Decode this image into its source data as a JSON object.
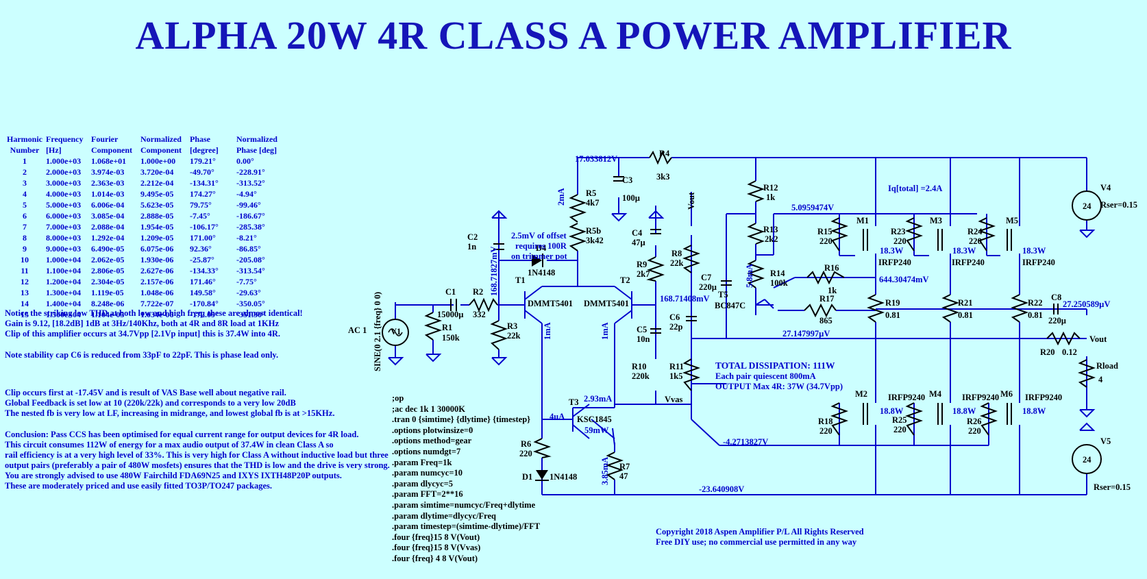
{
  "title": "ALPHA 20W 4R CLASS A POWER AMPLIFIER",
  "harmonics_table": {
    "header_row1": [
      "Harmonic",
      "Frequency",
      "Fourier",
      "Normalized",
      "Phase",
      "Normalized"
    ],
    "header_row2": [
      "Number",
      "[Hz]",
      "Component",
      "Component",
      "[degree]",
      "Phase [deg]"
    ],
    "rows": [
      [
        "1",
        "1.000e+03",
        "1.068e+01",
        "1.000e+00",
        "179.21°",
        "0.00°"
      ],
      [
        "2",
        "2.000e+03",
        "3.974e-03",
        "3.720e-04",
        "-49.70°",
        "-228.91°"
      ],
      [
        "3",
        "3.000e+03",
        "2.363e-03",
        "2.212e-04",
        "-134.31°",
        "-313.52°"
      ],
      [
        "4",
        "4.000e+03",
        "1.014e-03",
        "9.495e-05",
        "174.27°",
        "-4.94°"
      ],
      [
        "5",
        "5.000e+03",
        "6.006e-04",
        "5.623e-05",
        "79.75°",
        "-99.46°"
      ],
      [
        "6",
        "6.000e+03",
        "3.085e-04",
        "2.888e-05",
        "-7.45°",
        "-186.67°"
      ],
      [
        "7",
        "7.000e+03",
        "2.088e-04",
        "1.954e-05",
        "-106.17°",
        "-285.38°"
      ],
      [
        "8",
        "8.000e+03",
        "1.292e-04",
        "1.209e-05",
        "171.00°",
        "-8.21°"
      ],
      [
        "9",
        "9.000e+03",
        "6.490e-05",
        "6.075e-06",
        "92.36°",
        "-86.85°"
      ],
      [
        "10",
        "1.000e+04",
        "2.062e-05",
        "1.930e-06",
        "-25.87°",
        "-205.08°"
      ],
      [
        "11",
        "1.100e+04",
        "2.806e-05",
        "2.627e-06",
        "-134.33°",
        "-313.54°"
      ],
      [
        "12",
        "1.200e+04",
        "2.304e-05",
        "2.157e-06",
        "171.46°",
        "-7.75°"
      ],
      [
        "13",
        "1.300e+04",
        "1.119e-05",
        "1.048e-06",
        "149.58°",
        "-29.63°"
      ],
      [
        "14",
        "1.400e+04",
        "8.248e-06",
        "7.722e-07",
        "-170.84°",
        "-350.05°"
      ],
      [
        "15",
        "1.500e+04",
        "1.104e-05",
        "1.034e-06",
        "-172.09°",
        "-351.30°"
      ]
    ]
  },
  "notes_block1": [
    "Notice the striking low THD at both low and high freq;  these are almost identical!",
    "Gain is 9.12, [18.2dB] 1dB at 3Hz/140Khz, both at 4R and 8R load at 1KHz",
    "Clip of this amplifier occurs at 34.7Vpp [2.1Vp input] this is 37.4W into 4R."
  ],
  "notes_block2": [
    "Note stability cap C6 is reduced from 33pF to 22pF.  This is phase lead only."
  ],
  "notes_block3": [
    "Clip occurs first at  -17.45V and is result of VAS Base well about negative rail.",
    "Global Feedback is set low at 10 (220k/22k) and corresponds to a very low 20dB",
    "The nested fb is very low at LF, increasing in midrange, and lowest global fb is at >15KHz."
  ],
  "notes_block4": [
    "Conclusion:  Pass CCS has been optimised for equal current range for output devices for 4R load.",
    "This circuit consumes 112W of energy for a max audio output of 37.4W in clean Class A so",
    "rail efficiency is at a very high level of 33%.  This is very high for Class A without inductive load but three",
    "output pairs (preferably a pair of 480W mosfets) ensures that the THD is low and the drive is very strong.",
    "You are strongly advised to use 480W Fairchild FDA69N25 and IXYS IXTH48P20P outputs.",
    "These are moderately priced and use easily fitted TO3P/TO247 packages."
  ],
  "netlist": [
    ";op",
    ";ac dec 1k 1 30000K",
    ".tran 0 {simtime} {dlytime} {timestep}",
    ".options plotwinsize=0",
    ".options method=gear",
    ".options numdgt=7",
    ".param Freq=1k",
    ".param numcyc=10",
    ".param dlycyc=5",
    ".param FFT=2**16",
    ".param simtime=numcyc/Freq+dlytime",
    ".param dlytime=dlycyc/Freq",
    ".param timestep=(simtime-dlytime)/FFT",
    ".four {freq}15 8 V(Vout)",
    ".four {freq}15 8 V(Vvas)",
    ".four {freq} 4 8 V(Vout)"
  ],
  "copyright": [
    "Copyright 2018 Aspen Amplifier P/L All Rights Reserved",
    "Free DIY use;  no commercial use permitted in any way"
  ],
  "summary": [
    "TOTAL DISSIPATION:  111W",
    "Each pair quiescent 800mA",
    "OUTPUT Max 4R:  37W (34.7Vpp)"
  ],
  "offset_note": [
    "2.5mV of offset",
    "requires 100R",
    "on trimmer pot"
  ],
  "iq_total": "Iq[total] =2.4A",
  "labels": {
    "ac1": "AC 1",
    "v1": "V1",
    "sine": "SINE(0 2.1 {freq} 0 0)",
    "r1": "R1",
    "r1v": "150k",
    "c1": "C1",
    "c1v": "15000µ",
    "r2": "R2",
    "r2v": "332",
    "c2": "C2",
    "c2v": "1n",
    "r3": "R3",
    "r3v": "22k",
    "t1": "T1",
    "t1v": "DMMT5401",
    "t2": "T2",
    "t2v": "DMMT5401",
    "d4": "D4",
    "d4v": "1N4148",
    "r5": "R5",
    "r5v": "4k7",
    "r5b": "R5b",
    "r5bv": "3k42",
    "c3": "C3",
    "c3v": "100µ",
    "r4": "R4",
    "r4v": "3k3",
    "c4": "C4",
    "c4v": "47µ",
    "r9": "R9",
    "r9v": "2k7",
    "c5": "C5",
    "c5v": "10n",
    "r10": "R10",
    "r10v": "220k",
    "r8": "R8",
    "r8v": "22k",
    "c6": "C6",
    "c6v": "22p",
    "r11": "R11",
    "r11v": "1k5",
    "c7": "C7",
    "c7v": "220µ",
    "t5": "T5",
    "t5v": "BC847C",
    "r12": "R12",
    "r12v": "1k",
    "r13": "R13",
    "r13v": "2k2",
    "r14": "R14",
    "r14v": "100k",
    "r16": "R16",
    "r16v": "1k",
    "r17": "R17",
    "r17v": "865",
    "r15": "R15",
    "r15v": "220",
    "m1": "M1",
    "m1v": "IRFP240",
    "r23": "R23",
    "r23v": "220",
    "m3": "M3",
    "m3v": "IRFP240",
    "r24": "R24",
    "r24v": "220",
    "m5": "M5",
    "m5v": "IRFP240",
    "r19": "R19",
    "r19v": "0.81",
    "r21": "R21",
    "r21v": "0.81",
    "r22": "R22",
    "r22v": "0.81",
    "c8": "C8",
    "c8v": "220µ",
    "r20": "R20",
    "r20v": "0.12",
    "rload": "Rload",
    "rloadv": "4",
    "v4": "V4",
    "v4v": "24",
    "v4r": "Rser=0.15",
    "v5": "V5",
    "v5v": "24",
    "v5r": "Rser=0.15",
    "m2": "M2",
    "m2v": "IRFP9240",
    "m4": "M4",
    "m4v": "IRFP9240",
    "m6": "M6",
    "m6v": "IRFP9240",
    "r18": "R18",
    "r18v": "220",
    "r25": "R25",
    "r25v": "220",
    "r26": "R26",
    "r26v": "220",
    "t3": "T3",
    "t3v": "KSC1845",
    "r6": "R6",
    "r6v": "220",
    "d1": "D1",
    "d1v": "1N4148",
    "r7": "R7",
    "r7v": "47",
    "vout_top": "Vout",
    "vout_right": "Vout",
    "vvas": "Vvas"
  },
  "measurements": {
    "v_top": "17.033812V",
    "v_c2": "168.71827mV",
    "v_t2": "168.71408mV",
    "v_m1src": "5.0959474V",
    "v_r16": "644.30474mV",
    "v_t5e": "27.147997µV",
    "v_c8": "27.250589µV",
    "v_neg": "-4.2713827V",
    "v_rail": "-23.640908V",
    "i_2ma": "2mA",
    "i_1ma_a": "1mA",
    "i_1ma_b": "1mA",
    "i_58ma": "5.8mA",
    "i_293ma": "2.93mA",
    "i_4ua": "4uA",
    "i_385ma": "3.85mA",
    "p_59mw": "59mW",
    "p_m1": "18.3W",
    "p_m3": "18.3W",
    "p_m5": "18.3W",
    "p_m2": "18.8W",
    "p_m4": "18.8W",
    "p_m6": "18.8W"
  }
}
